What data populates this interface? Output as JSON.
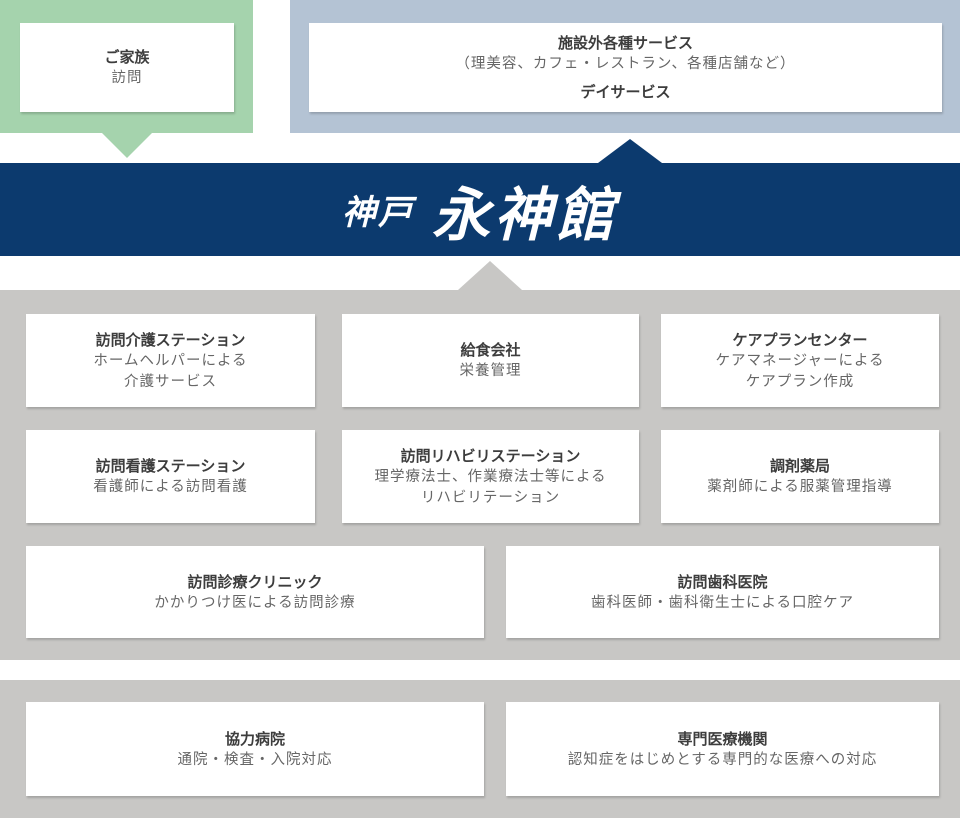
{
  "colors": {
    "family_green": "#a5d3ad",
    "outside_blue": "#b4c3d4",
    "banner_navy": "#0c3a6e",
    "panel_grey": "#c8c7c5",
    "card_white": "#ffffff",
    "title_text": "#3d3d3d",
    "desc_text": "#666666"
  },
  "top": {
    "family": {
      "title": "ご家族",
      "desc": "訪問"
    },
    "outside": {
      "title": "施設外各種サービス",
      "desc": "（理美容、カフェ・レストラン、各種店舗など）",
      "title2": "デイサービス"
    }
  },
  "banner": {
    "logo_small": "神戸",
    "logo_big": "永神館"
  },
  "services": [
    {
      "title": "訪問介護ステーション",
      "desc": "ホームヘルパーによる\n介護サービス"
    },
    {
      "title": "給食会社",
      "desc": "栄養管理"
    },
    {
      "title": "ケアプランセンター",
      "desc": "ケアマネージャーによる\nケアプラン作成"
    },
    {
      "title": "訪問看護ステーション",
      "desc": "看護師による訪問看護"
    },
    {
      "title": "訪問リハビリステーション",
      "desc": "理学療法士、作業療法士等による\nリハビリテーション"
    },
    {
      "title": "調剤薬局",
      "desc": "薬剤師による服薬管理指導"
    },
    {
      "title": "訪問診療クリニック",
      "desc": "かかりつけ医による訪問診療"
    },
    {
      "title": "訪問歯科医院",
      "desc": "歯科医師・歯科衛生士による口腔ケア"
    }
  ],
  "partners": [
    {
      "title": "協力病院",
      "desc": "通院・検査・入院対応"
    },
    {
      "title": "専門医療機関",
      "desc": "認知症をはじめとする専門的な医療への対応"
    }
  ]
}
